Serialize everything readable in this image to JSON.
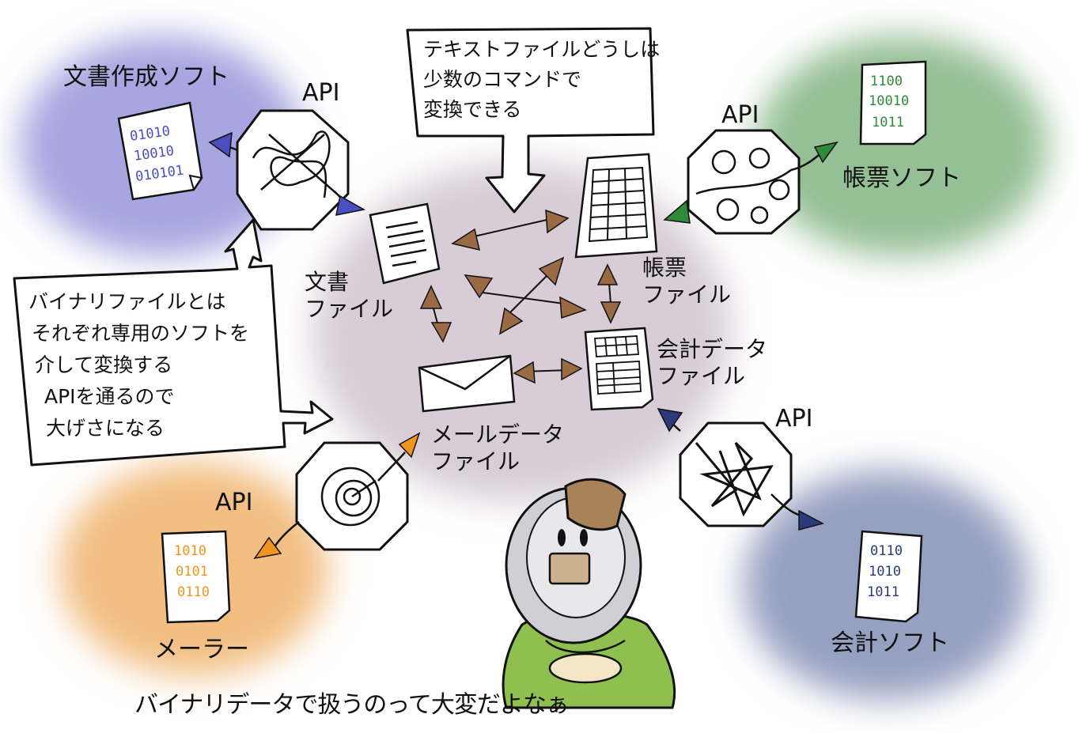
{
  "apps": {
    "word": "文書作成ソフト",
    "ledger": "帳票ソフト",
    "mailer": "メーラー",
    "accounting": "会計ソフト"
  },
  "api_label": "API",
  "files": {
    "document": "文書\nファイル",
    "ledger": "帳票\nファイル",
    "accounting": "会計データ\nファイル",
    "mail": "メールデータ\nファイル"
  },
  "notes": {
    "text_files": [
      "テキストファイルどうしは",
      "少数のコマンドで",
      "変換できる"
    ],
    "binary_files": [
      "バイナリファイルとは",
      "それぞれ専用のソフトを",
      "介して変換する",
      "APIを通るので",
      "大げさになる"
    ]
  },
  "caption": "バイナリデータで扱うのって大変だよなぁ",
  "colors": {
    "word_blob": "#a7a6e0",
    "ledger_blob": "#95bf95",
    "mailer_blob": "#f2be82",
    "accounting_blob": "#96a0c1",
    "center_blob": "#d8ccd6",
    "brown_arrow": "#9a6a44",
    "word_arrow": "#4a4fbf",
    "ledger_arrow": "#2f8a3a",
    "mailer_arrow": "#f0961c",
    "accounting_arrow": "#2a3a7a",
    "robe": "#8fc04f",
    "hat": "#a9825a"
  },
  "binary_digits": {
    "word": [
      "01010",
      "10010",
      "010101"
    ],
    "ledger": [
      "1100",
      "10010",
      "1011"
    ],
    "mailer": [
      "1010",
      "0101",
      "0110"
    ],
    "accounting": [
      "0110",
      "1010",
      "1011"
    ]
  }
}
